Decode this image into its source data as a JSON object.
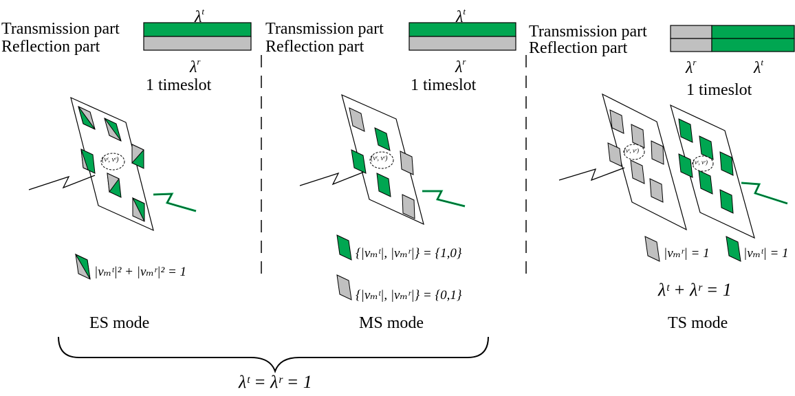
{
  "labels": {
    "transmission": "Transmission part",
    "reflection": "Reflection part",
    "timeslot": "1 timeslot"
  },
  "symbols": {
    "lambda_t": "λ",
    "sup_t": "t",
    "lambda_r": "λ",
    "sup_r": "r",
    "coef": "(vᵗ, vʳ)"
  },
  "modes": {
    "es": {
      "title": "ES mode",
      "equation": "|vₘᵗ|² + |vₘʳ|² = 1"
    },
    "ms": {
      "title": "MS mode",
      "equation_green": "{|vₘᵗ|, |vₘʳ|} = {1,0}",
      "equation_gray": "{|vₘᵗ|, |vₘʳ|} = {0,1}"
    },
    "ts": {
      "title": "TS mode",
      "equation_gray": "|vₘʳ| = 1",
      "equation_green": "|vₘᵗ| = 1",
      "sum_equation": "λᵗ + λʳ = 1"
    }
  },
  "bottom_equation": "λᵗ = λʳ = 1",
  "colors": {
    "green": "#00A651",
    "gray": "#C0C0C0",
    "line": "#000000"
  }
}
